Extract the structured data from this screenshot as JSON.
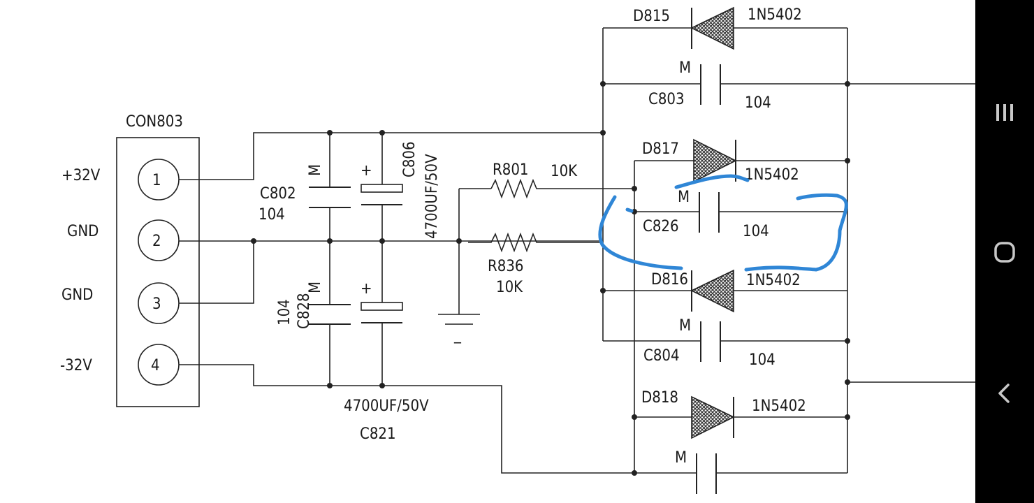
{
  "schematic": {
    "connector": {
      "ref": "CON803",
      "pins": [
        "1",
        "2",
        "3",
        "4"
      ],
      "net_labels": [
        "+32V",
        "GND",
        "GND",
        "-32V"
      ]
    },
    "components": {
      "c802": {
        "ref": "C802",
        "value": "104",
        "type": "M"
      },
      "c806": {
        "ref": "C806",
        "value": "4700UF/50V",
        "polarity": "+"
      },
      "c828": {
        "ref": "C828",
        "value": "104",
        "type": "M"
      },
      "c821": {
        "ref": "C821",
        "value": "4700UF/50V",
        "polarity": "+"
      },
      "r801": {
        "ref": "R801",
        "value": "10K"
      },
      "r836": {
        "ref": "R836",
        "value": "10K"
      },
      "ground_symbol": "_",
      "d815": {
        "ref": "D815",
        "value": "1N5402"
      },
      "c803": {
        "ref": "C803",
        "value": "104",
        "type": "M"
      },
      "d817": {
        "ref": "D817",
        "value": "1N5402"
      },
      "c826": {
        "ref": "C826",
        "value": "104",
        "type": "M"
      },
      "d816": {
        "ref": "D816",
        "value": "1N5402"
      },
      "c804": {
        "ref": "C804",
        "value": "104",
        "type": "M"
      },
      "d818": {
        "ref": "D818",
        "value": "1N5402"
      },
      "c_bottom": {
        "type": "M"
      }
    },
    "annotation_color": "#2f86d6",
    "wire_color": "#222222"
  },
  "navbar": {
    "background": "#000000",
    "icon_color": "#c8c8c8",
    "buttons": [
      {
        "name": "recent-apps",
        "icon": "recent-apps-icon"
      },
      {
        "name": "home",
        "icon": "home-icon"
      },
      {
        "name": "back",
        "icon": "back-icon"
      }
    ]
  }
}
